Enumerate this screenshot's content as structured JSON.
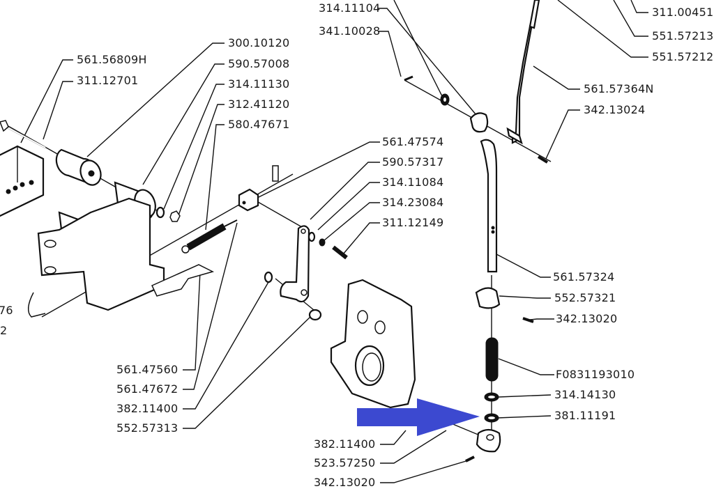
{
  "diagram": {
    "title": "Exploded parts diagram - shift linkage assembly",
    "highlight_arrow": {
      "color": "#3c49d0",
      "points_to": "381.11191"
    },
    "labels": {
      "l_561_56809H": "561.56809H",
      "l_311_12701": "311.12701",
      "l_300_10120": "300.10120",
      "l_590_57008": "590.57008",
      "l_314_11130": "314.11130",
      "l_312_41120": "312.41120",
      "l_580_47671": "580.47671",
      "l_314_11104": "314.11104",
      "l_341_10028": "341.10028",
      "l_311_00451": "311.00451",
      "l_551_57213": "551.57213",
      "l_551_57212": "551.57212",
      "l_561_57364N": "561.57364N",
      "l_342_13024": "342.13024",
      "l_561_47574": "561.47574",
      "l_590_57317": "590.57317",
      "l_314_11084": "314.11084",
      "l_314_23084": "314.23084",
      "l_311_12149": "311.12149",
      "l_561_57324": "561.57324",
      "l_552_57321": "552.57321",
      "l_342_13020_a": "342.13020",
      "l_F0831193010": "F0831193010",
      "l_314_14130": "314.14130",
      "l_381_11191": "381.11191",
      "l_561_47560": "561.47560",
      "l_561_47672": "561.47672",
      "l_382_11400_a": "382.11400",
      "l_552_57313": "552.57313",
      "l_382_11400_b": "382.11400",
      "l_523_57250": "523.57250",
      "l_342_13020_b": "342.13020",
      "l_edge_76": "76",
      "l_edge_2": "2"
    }
  }
}
